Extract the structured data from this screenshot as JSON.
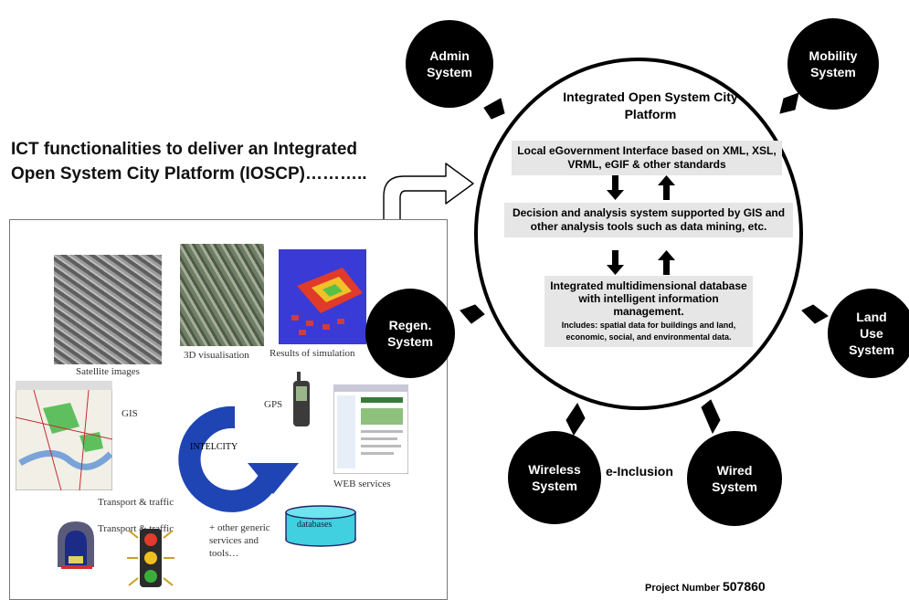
{
  "heading": "ICT functionalities to deliver an Integrated Open System City Platform (IOSCP)………..",
  "panel": {
    "satellite_caption": "Satellite images",
    "vis3d_caption": "3D visualisation",
    "simulation_caption": "Results of simulation",
    "gis_caption": "GIS",
    "gps_caption": "GPS",
    "intelcity_label": "INTELCITY",
    "web_caption": "WEB services",
    "transport_caption_1": "Transport & traffic",
    "transport_caption_2": "Transport & traffic",
    "databases_label": "databases",
    "other_services": "+ other generic services and tools…"
  },
  "platform": {
    "title": "Integrated Open System City Platform",
    "box1": "Local eGovernment Interface based on XML, XSL, VRML, eGIF & other standards",
    "box2": "Decision and analysis system supported by GIS and other analysis tools such as data mining, etc.",
    "box3_main": "Integrated multidimensional database with intelligent information management.",
    "box3_sub": "Includes: spatial data for buildings and land, economic, social, and environmental data."
  },
  "systems": {
    "admin": [
      "Admin",
      "System"
    ],
    "mobility": [
      "Mobility",
      "System"
    ],
    "regen": [
      "Regen.",
      "System"
    ],
    "landuse": [
      "Land",
      "Use",
      "System"
    ],
    "wireless": [
      "Wireless",
      "System"
    ],
    "wired": [
      "Wired",
      "System"
    ]
  },
  "e_inclusion": "e-Inclusion",
  "project": {
    "label": "Project Number",
    "number": "507860"
  }
}
